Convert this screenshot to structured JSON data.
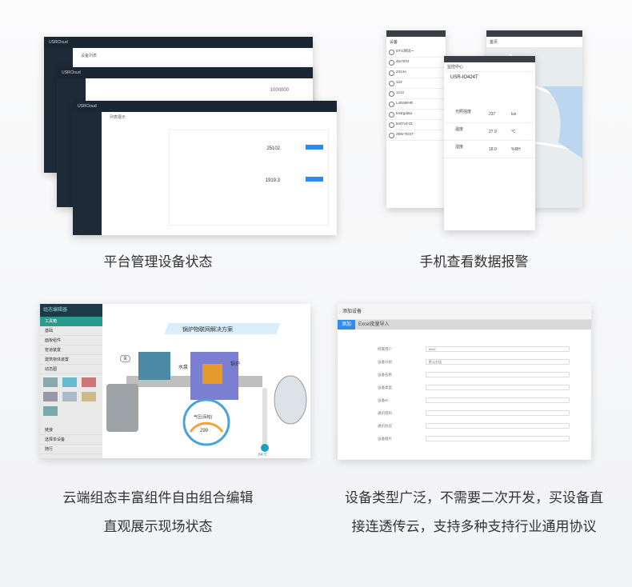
{
  "tiles": [
    {
      "caption_lines": [
        "平台管理设备状态"
      ]
    },
    {
      "caption_lines": [
        "手机查看数据报警"
      ]
    },
    {
      "caption_lines": [
        "云端组态丰富组件自由组合编辑",
        "直观展示现场状态"
      ]
    },
    {
      "caption_lines": [
        "设备类型广泛，不需要二次开发，买设备直",
        "接连透传云，支持多种支持行业通用协议"
      ]
    }
  ],
  "tile1": {
    "brand": "USRCloud",
    "panel_title": "设备列表",
    "panel_title_front": "列表展示",
    "values": [
      "1000000",
      "25102",
      "1919.3"
    ]
  },
  "tile2": {
    "list_title": "设备",
    "list_items": [
      "DTU测试一",
      "dtu7024",
      "2314A",
      "123",
      "1212",
      "LoRaMHR",
      "testrgdata",
      "test7x4-01",
      "ZBN-TEST"
    ],
    "detail_header": "监控中心",
    "device_name": "USR-IO424T",
    "sensors": [
      {
        "name": "光照强度",
        "value": "237",
        "unit": "lux"
      },
      {
        "name": "温度",
        "value": "27.9",
        "unit": "℃"
      },
      {
        "name": "湿度",
        "value": "18.0",
        "unit": "%RH"
      }
    ],
    "map_title": "首页"
  },
  "tile3": {
    "sidebar_title": "组态编辑器",
    "menu": [
      "工具箱",
      "基础",
      "面板组件",
      "管道装置",
      "建筑物体装置",
      "动态图"
    ],
    "menu_bottom": [
      "链接",
      "选择单设备",
      "随行"
    ],
    "scene_title": "锅炉物联网解决方案",
    "labels": {
      "pump": "水泵",
      "boiler": "锅炉",
      "switch": "关",
      "gauge": "气压(百帕)",
      "gauge_value": "299",
      "thermo": "84℃"
    }
  },
  "tile4": {
    "title": "添加设备",
    "tabs": [
      "添加",
      "Excel批量导入"
    ],
    "fields": [
      "所属用户",
      "设备分组",
      "设备名称",
      "设备类型",
      "设备ID",
      "通讯密码",
      "通讯协议",
      "设备图片"
    ],
    "user_value": "test2",
    "group_value": "默认分组"
  }
}
